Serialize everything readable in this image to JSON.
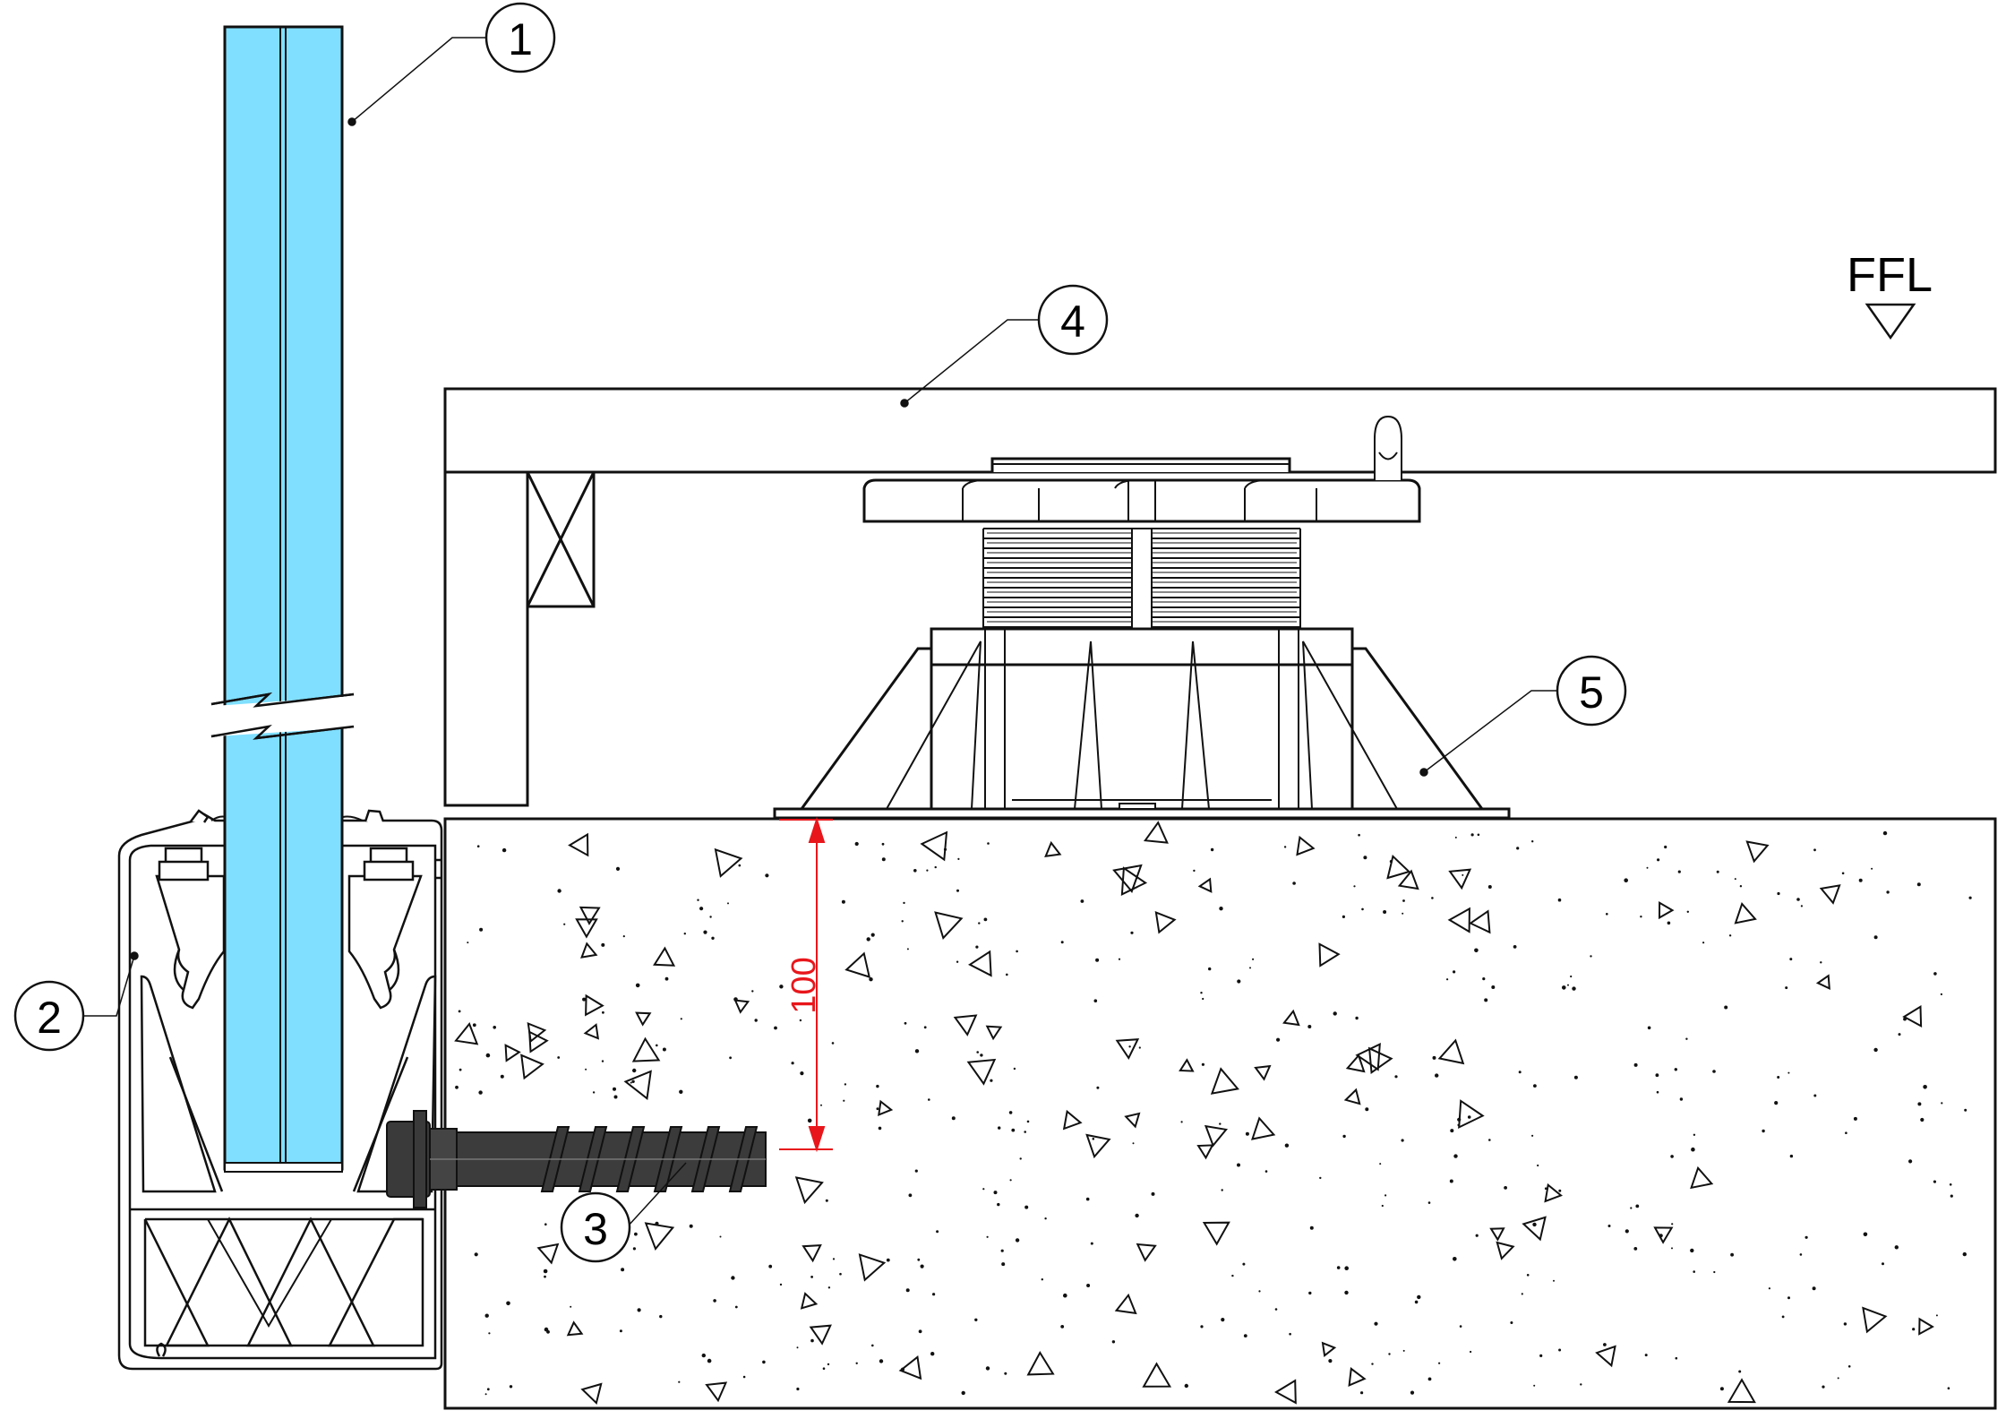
{
  "callouts": {
    "c1": "1",
    "c2": "2",
    "c3": "3",
    "c4": "4",
    "c5": "5"
  },
  "level_marker": "FFL",
  "dimension": "100",
  "colors": {
    "glass": "#80dfff",
    "line": "#111111",
    "dimension": "#e8161b",
    "anchor": "#3a3a3a"
  }
}
